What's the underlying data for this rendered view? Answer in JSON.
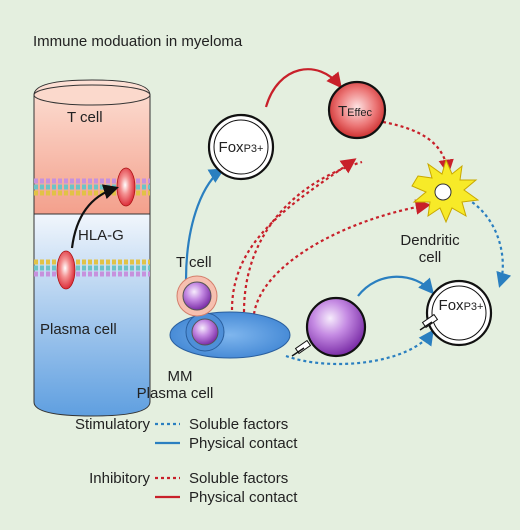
{
  "title": "Immune moduation in myeloma",
  "colors": {
    "background": "#e4efdf",
    "stimulatory": "#2a7fc0",
    "inhibitory": "#c8202a",
    "t_cell_fill": "#f6c0b0",
    "plasma_fill": "#5d9ee0",
    "cell_purple": "#8b3fb5",
    "teff_red": "#d42c2c",
    "dendritic_yellow": "#f7ea28"
  },
  "tube": {
    "top_label": "T cell",
    "bottom_label": "Plasma cell",
    "molecule_label": "HLA-G"
  },
  "cells": {
    "foxp3_top": {
      "main": "Fox",
      "sub": "P3+"
    },
    "t_effector": {
      "main": "T",
      "sub": "Effec"
    },
    "dendritic": {
      "line1": "Dendritic",
      "line2": "cell"
    },
    "foxp3_right": {
      "main": "Fox",
      "sub": "P3+"
    },
    "t_cell": "T cell",
    "mm_plasma": {
      "line1": "MM",
      "line2": "Plasma cell"
    }
  },
  "legend": {
    "stimulatory": "Stimulatory",
    "inhibitory": "Inhibitory",
    "soluble": "Soluble factors",
    "physical": "Physical contact"
  }
}
